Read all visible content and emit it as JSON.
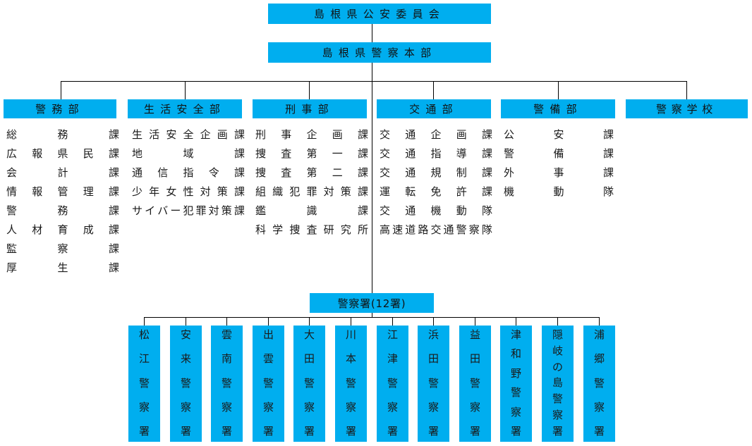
{
  "commission": "島根県公安委員会",
  "headquarters": "島根県警察本部",
  "departments": [
    {
      "label": "警務部",
      "sections": [
        "総務課",
        "広報県民課",
        "会計課",
        "情報管理課",
        "警務課",
        "人材育成課",
        "監察課",
        "厚生課"
      ]
    },
    {
      "label": "生活安全部",
      "sections": [
        "生活安全企画課",
        "地域課",
        "通信指令課",
        "少年女性対策課",
        "サイバー犯罪対策課"
      ]
    },
    {
      "label": "刑事部",
      "sections": [
        "刑事企画課",
        "捜査第一課",
        "捜査第二課",
        "組織犯罪対策課",
        "鑑識課",
        "科学捜査研究所"
      ]
    },
    {
      "label": "交通部",
      "sections": [
        "交通企画課",
        "交通指導課",
        "交通規制課",
        "運転免許課",
        "交通機動隊",
        "高速道路交通警察隊"
      ]
    },
    {
      "label": "警備部",
      "sections": [
        "公安課",
        "警備課",
        "外事課",
        "機動隊"
      ]
    },
    {
      "label": "警察学校",
      "sections": []
    }
  ],
  "police_stations_header": "警察署(12署)",
  "police_stations": [
    "松江警察署",
    "安来警察署",
    "雲南警察署",
    "出雲警察署",
    "大田警察署",
    "川本警察署",
    "江津警察署",
    "浜田警察署",
    "益田警察署",
    "津和野警察署",
    "隠岐の島警察署",
    "浦郷警察署"
  ],
  "colors": {
    "box": "#00AEEF",
    "line": "#000000",
    "text": "#111111"
  }
}
